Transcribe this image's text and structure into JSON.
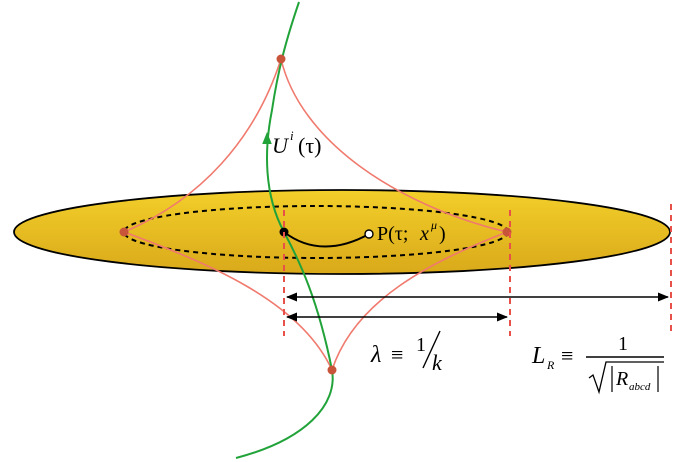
{
  "diagram": {
    "worldline_label": {
      "symbol": "U",
      "superscript": "i",
      "argument": "(τ)"
    },
    "point_label": {
      "text": "P(τ;",
      "coord": "x",
      "superscript": "μ",
      "close": ")"
    },
    "lambda_label": {
      "lhs": "λ",
      "equiv": "≡",
      "numerator": "1",
      "slash": "⁄",
      "denominator": "k"
    },
    "curvature_label": {
      "lhs": "L",
      "lhs_subscript": "R",
      "equiv": "≡",
      "numerator": "1",
      "denominator_symbol": "R",
      "denominator_subscript": "abcd"
    },
    "colors": {
      "disk_fill_top": "#f3cf2a",
      "disk_fill_bottom": "#d9a91a",
      "disk_outline": "#000000",
      "worldline": "#22a33a",
      "light_cone": "#f07a6e",
      "event_point": "#c8553a",
      "dashed_marker": "#e8504a",
      "dimension_arrow": "#000000"
    }
  }
}
